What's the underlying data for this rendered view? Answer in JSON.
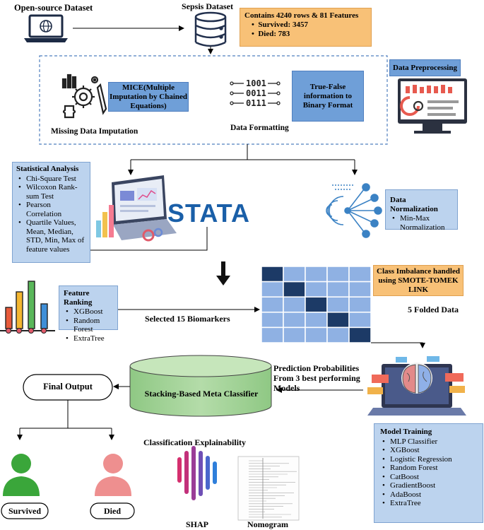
{
  "top": {
    "open_source_label": "Open-source Dataset",
    "sepsis_label": "Sepsis Dataset",
    "dataset_info": {
      "title": "Contains 4240 rows & 81 Features",
      "items": [
        "Survived: 3457",
        "Died: 783"
      ]
    }
  },
  "preprocess": {
    "mice_box": "MICE(Multiple Imputation by Chained Equations)",
    "missing_label": "Missing Data Imputation",
    "binary_text": [
      "1001",
      "0011",
      "0111"
    ],
    "true_false_box": "True-False information to Binary Format",
    "formatting_label": "Data Formatting",
    "data_preprocessing_box": "Data Preprocessing"
  },
  "stats": {
    "title": "Statistical Analysis",
    "items": [
      "Chi-Square Test",
      "Wilcoxon Rank-sum Test",
      "Pearson Correlation",
      "Quartile Values, Mean, Median, STD, Min, Max of feature values"
    ],
    "stata_logo": "STATA"
  },
  "normalization": {
    "title": "Data Normalization",
    "items": [
      "Min-Max Normalization"
    ]
  },
  "feature": {
    "title": "Feature Ranking",
    "items": [
      "XGBoost",
      "Random Forest",
      "ExtraTree"
    ],
    "selected_label": "Selected 15 Biomarkers"
  },
  "imbalance": {
    "box": "Class Imbalance handled using SMOTE-TOMEK LINK",
    "folds_label": "5 Folded Data"
  },
  "meta": {
    "prediction_label": "Prediction Probabilities From 3 best performing Models",
    "stacking_label": "Stacking-Based Meta Classifier",
    "final_output": "Final Output"
  },
  "training": {
    "title": "Model Training",
    "items": [
      "MLP Classifier",
      "XGBoost",
      "Logistic Regression",
      "Random Forest",
      "CatBoost",
      "GradientBoost",
      "AdaBoost",
      "ExtraTree"
    ]
  },
  "explain": {
    "title": "Classification Explainability",
    "shap_label": "SHAP",
    "nomogram_label": "Nomogram"
  },
  "outcomes": {
    "survived": "Survived",
    "died": "Died"
  },
  "colors": {
    "box_blue": "#6f9fd8",
    "box_light": "#bcd3ee",
    "box_orange": "#f8c177",
    "stata_blue": "#1a5fa8",
    "meta_green": "#a5d49a",
    "survived_green": "#3aa63a",
    "died_pink": "#ee8f8f"
  }
}
